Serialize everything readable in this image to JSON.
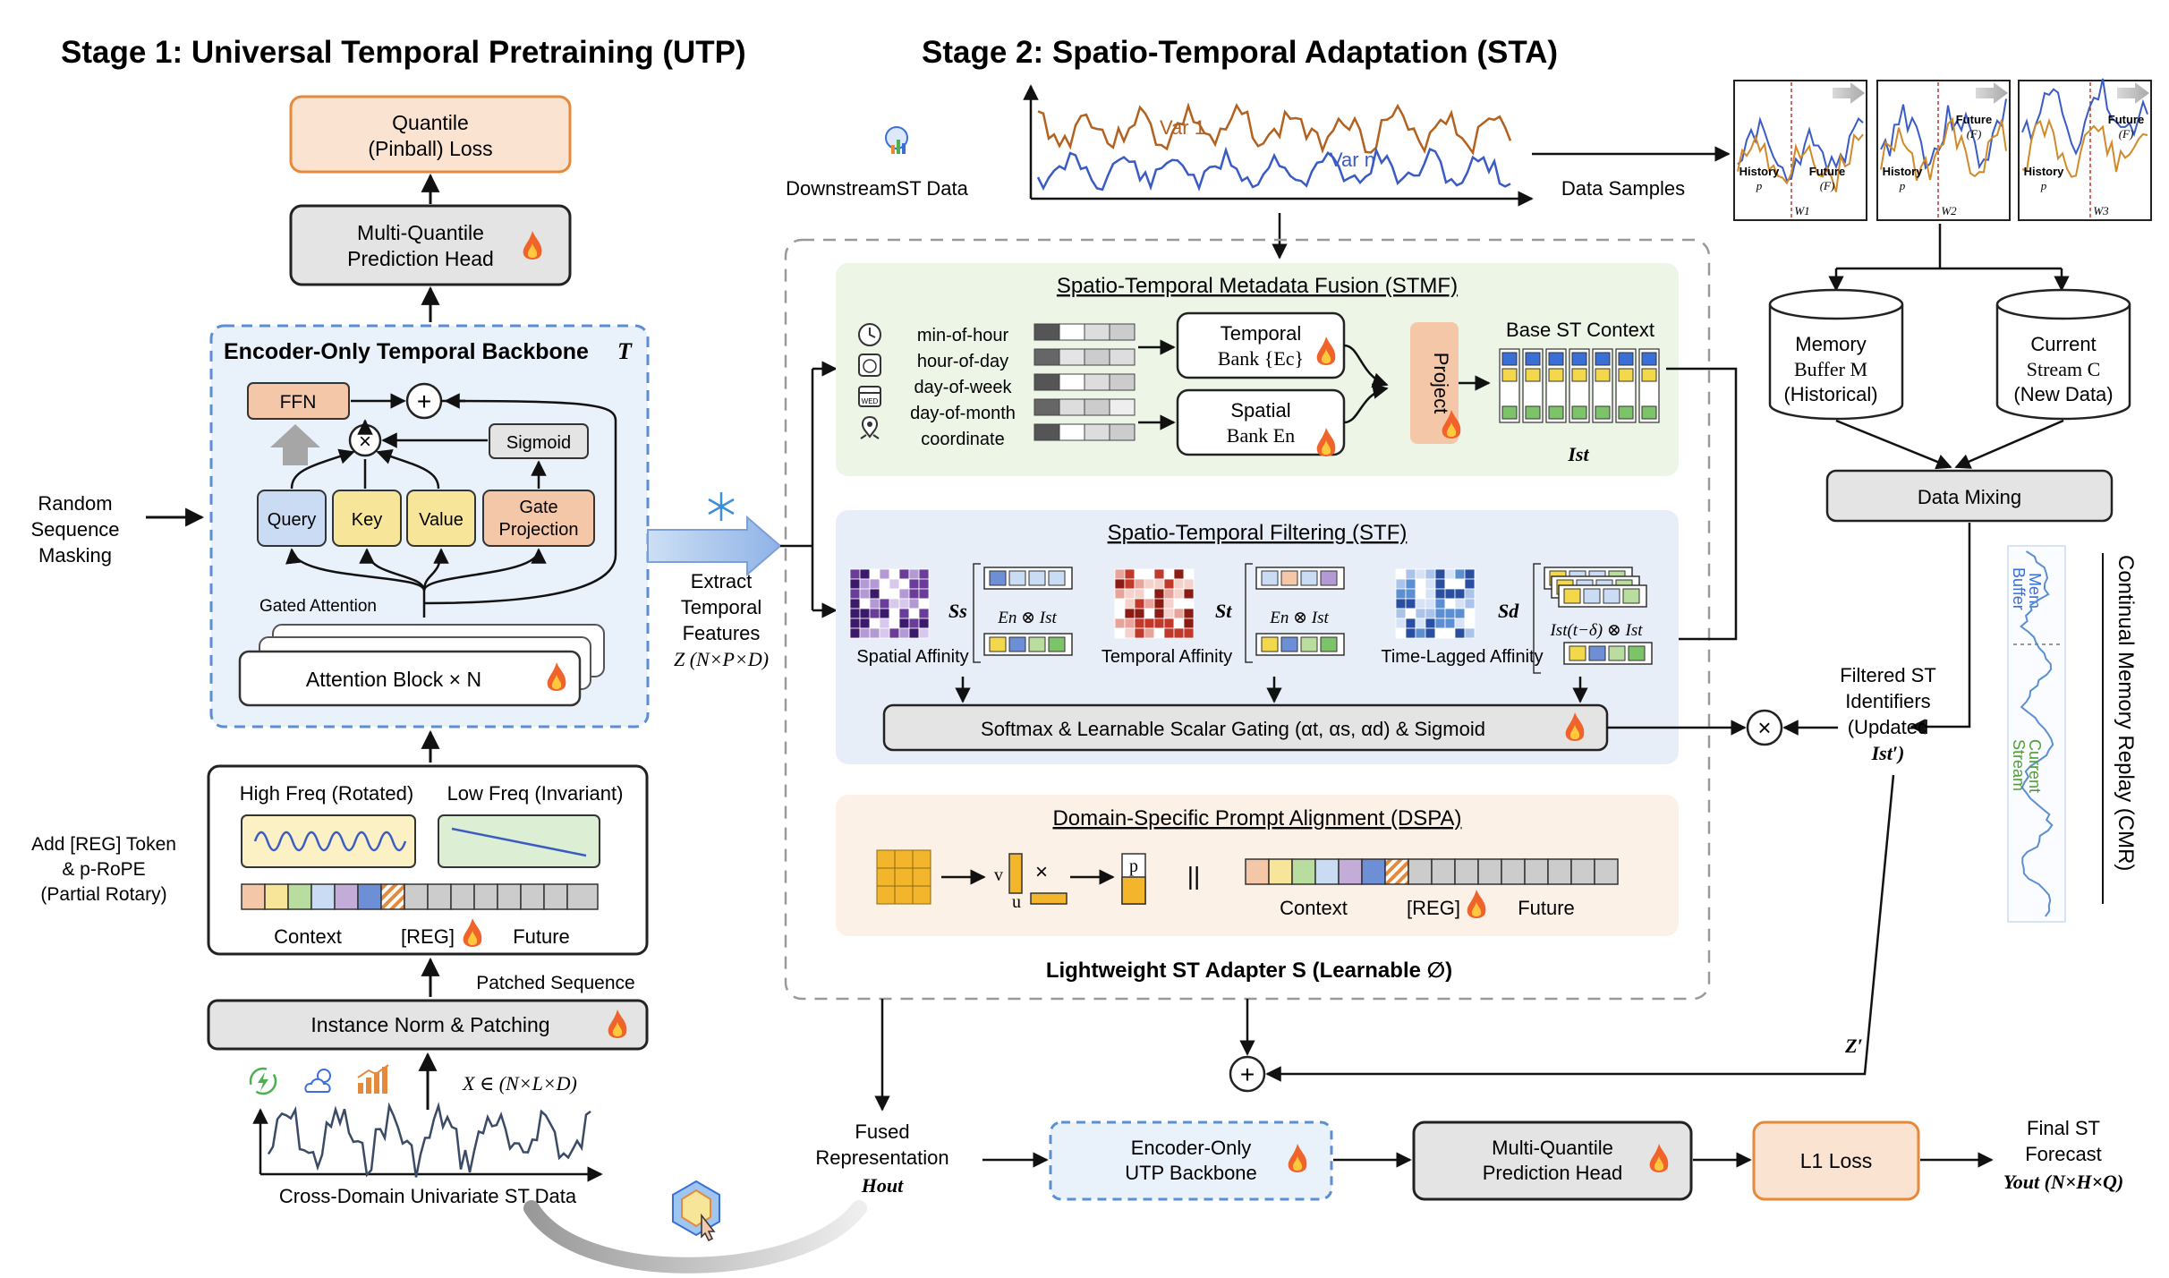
{
  "stage1": {
    "title": "Stage 1: Universal Temporal Pretraining (UTP)",
    "loss": [
      "Quantile",
      "(Pinball) Loss"
    ],
    "head": [
      "Multi-Quantile",
      "Prediction Head"
    ],
    "backbone_title": "Encoder-Only Temporal Backbone",
    "backbone_symbol": "T",
    "ffn": "FFN",
    "sigmoid": "Sigmoid",
    "query": "Query",
    "key": "Key",
    "value": "Value",
    "gate": [
      "Gate",
      "Projection"
    ],
    "gated_attention": "Gated Attention",
    "attention_block": "Attention Block × N",
    "masking": [
      "Random",
      "Sequence",
      "Masking"
    ],
    "high_freq": "High Freq (Rotated)",
    "low_freq": "Low Freq (Invariant)",
    "context": "Context",
    "reg": "[REG]",
    "future": "Future",
    "reg_token": [
      "Add [REG] Token",
      "& p-RoPE",
      "(Partial Rotary)"
    ],
    "patched_sequence": "Patched Sequence",
    "norm": "Instance Norm & Patching",
    "input_formula": "X ∈ (N×L×D)",
    "data_label": "Cross-Domain Univariate ST Data"
  },
  "stage2": {
    "title": "Stage 2: Spatio-Temporal Adaptation (STA)",
    "downstream": "DownstreamST Data",
    "var1": "Var 1",
    "varn": "Var n",
    "data_samples": "Data Samples",
    "history": "History",
    "future": "Future",
    "p": "p",
    "f": "(F)",
    "windows": [
      "W1",
      "W2",
      "W3"
    ],
    "extract": [
      "Extract",
      "Temporal",
      "Features"
    ],
    "z_formula": "Z (N×P×D)",
    "stmf_title": "Spatio-Temporal Metadata Fusion (STMF)",
    "metadata": [
      "min-of-hour",
      "hour-of-day",
      "day-of-week",
      "day-of-month",
      "coordinate"
    ],
    "temporal_bank": [
      "Temporal",
      "Bank {Ec}"
    ],
    "spatial_bank": [
      "Spatial",
      "Bank En"
    ],
    "project": "Project",
    "base_context": "Base ST Context",
    "ist": "Ist",
    "stf_title": "Spatio-Temporal Filtering (STF)",
    "spatial_affinity": "Spatial Affinity",
    "temporal_affinity": "Temporal Affinity",
    "lagged_affinity": "Time-Lagged Affinity",
    "ss": "Ss",
    "st": "St",
    "sd": "Sd",
    "en_ist": "En ⊗ Ist",
    "lag_ist": "Ist(t−δ) ⊗ Ist",
    "softmax": "Softmax & Learnable Scalar Gating (αt, αs, αd) & Sigmoid",
    "dspa_title": "Domain-Specific Prompt Alignment (DSPA)",
    "v": "v",
    "u": "u",
    "times": "×",
    "concat": "||",
    "context": "Context",
    "reg": "[REG]",
    "future_label": "Future",
    "adapter": "Lightweight ST Adapter S (Learnable ∅)",
    "memory": [
      "Memory",
      "Buffer M",
      "(Historical)"
    ],
    "current": [
      "Current",
      "Stream C",
      "(New Data)"
    ],
    "mixing": "Data Mixing",
    "cmr": "Continual Memory Replay (CMR)",
    "mem_buffer": [
      "Mem",
      "Buffer"
    ],
    "current_stream": [
      "Current",
      "Stream"
    ],
    "filtered": [
      "Filtered ST",
      "Identifiers",
      "(Updated",
      "Ist′)"
    ],
    "z_prime": "Z′",
    "fused": [
      "Fused",
      "Representation",
      "Hout"
    ],
    "backbone2": [
      "Encoder-Only",
      "UTP Backbone"
    ],
    "head2": [
      "Multi-Quantile",
      "Prediction Head"
    ],
    "l1": "L1 Loss",
    "final": [
      "Final ST",
      "Forecast",
      "Yout (N×H×Q)"
    ]
  },
  "colors": {
    "orange_fill": "#fbe3d1",
    "orange_stroke": "#e58a3c",
    "blue_fill": "#e9f1fb",
    "blue_stroke": "#5b8fd1",
    "yellow": "#f7e69a",
    "gray_fill": "#e4e4e4",
    "green_bg": "#edf5e6",
    "blue_bg": "#e8eef8",
    "peach_bg": "#fbf1e6"
  }
}
